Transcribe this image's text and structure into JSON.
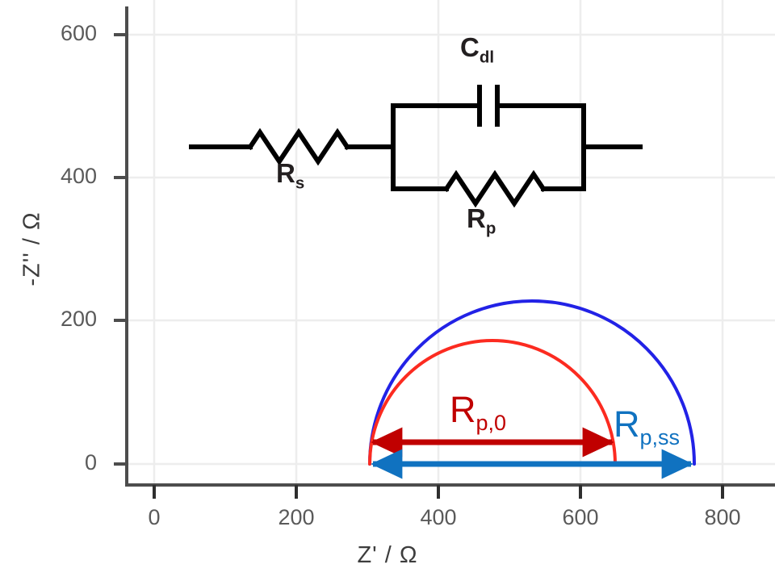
{
  "chart_data": {
    "type": "line",
    "title": "",
    "xlabel": "Z' / Ω",
    "ylabel": "-Z'' / Ω",
    "xlim": [
      -30,
      860
    ],
    "ylim": [
      -20,
      660
    ],
    "xticks": [
      0,
      200,
      400,
      600,
      800
    ],
    "yticks": [
      0,
      200,
      400,
      600
    ],
    "grid": true,
    "legend_position": "none",
    "series": [
      {
        "name": "R_p,ss semicircle",
        "color": "#2222e6",
        "type": "semicircle",
        "z_start": 303,
        "z_end": 760,
        "diameter": 457,
        "peak_height": 228,
        "center_x": 531.5
      },
      {
        "name": "R_p,0 semicircle",
        "color": "#fc2b20",
        "type": "semicircle",
        "z_start": 303,
        "z_end": 649,
        "diameter": 346,
        "peak_height": 173,
        "center_x": 476
      }
    ],
    "annotations": [
      {
        "name": "Rp0-arrow",
        "label": "R_p,0",
        "color": "#c00000",
        "x_from": 303,
        "x_to": 649,
        "y": 26,
        "style": "double-headed-arrow"
      },
      {
        "name": "Rpss-arrow",
        "label": "R_p,ss",
        "color": "#1072c0",
        "x_from": 303,
        "x_to": 760,
        "y": 0,
        "style": "double-headed-arrow"
      }
    ]
  },
  "axes": {
    "x_title": "Z' / Ω",
    "y_title": "-Z'' / Ω",
    "x_tick_labels": [
      "0",
      "200",
      "400",
      "600",
      "800"
    ],
    "y_tick_labels": [
      "0",
      "200",
      "400",
      "600"
    ]
  },
  "circuit": {
    "name": "randles-equivalent-circuit",
    "elements": [
      {
        "name": "series-resistor",
        "label": "R",
        "sub": "s",
        "type": "resistor"
      },
      {
        "name": "double-layer-capacitor",
        "label": "C",
        "sub": "dl",
        "type": "capacitor"
      },
      {
        "name": "polarization-resistor",
        "label": "R",
        "sub": "p",
        "type": "resistor"
      }
    ],
    "labels": {
      "rs_main": "R",
      "rs_sub": "s",
      "cdl_main": "C",
      "cdl_sub": "dl",
      "rp_main": "R",
      "rp_sub": "p"
    }
  },
  "annotations": {
    "rp0": {
      "main": "R",
      "sub": "p,0",
      "color": "#c00000"
    },
    "rpss": {
      "main": "R",
      "sub": "p,ss",
      "color": "#1072c0"
    }
  },
  "colors": {
    "curve_blue": "#2222e6",
    "curve_red": "#fc2b20",
    "arrow_dark_red": "#c00000",
    "arrow_blue": "#1072c0",
    "axis": "#4d4d4d",
    "grid": "#ededed",
    "tick_text": "#5a5a5a",
    "circuit_ink": "#000000"
  }
}
